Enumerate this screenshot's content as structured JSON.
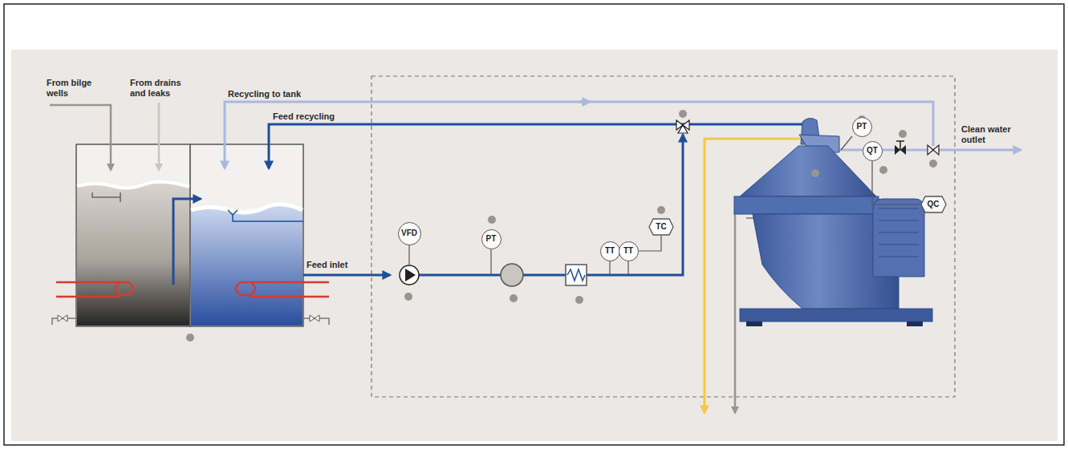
{
  "diagram": {
    "nodes": [
      {
        "text": [
          "VFD"
        ]
      },
      {
        "text": [
          "PT"
        ]
      },
      {
        "text": [
          "TT"
        ]
      },
      {
        "text": [
          "TT"
        ]
      },
      {
        "text": [
          "TC"
        ]
      },
      {
        "text": [
          "PT"
        ]
      },
      {
        "text": [
          "QT"
        ]
      },
      {
        "text": [
          "QC"
        ]
      }
    ],
    "edges": [
      {
        "from": 3,
        "to": 4,
        "arrow": "none"
      },
      {
        "from": 6,
        "to": 7,
        "arrow": "none"
      }
    ],
    "labels": [
      "From bilge wells",
      "From drains and leaks",
      "Recycling to tank",
      "Feed recycling",
      "Feed inlet",
      "Clean water outlet"
    ]
  }
}
